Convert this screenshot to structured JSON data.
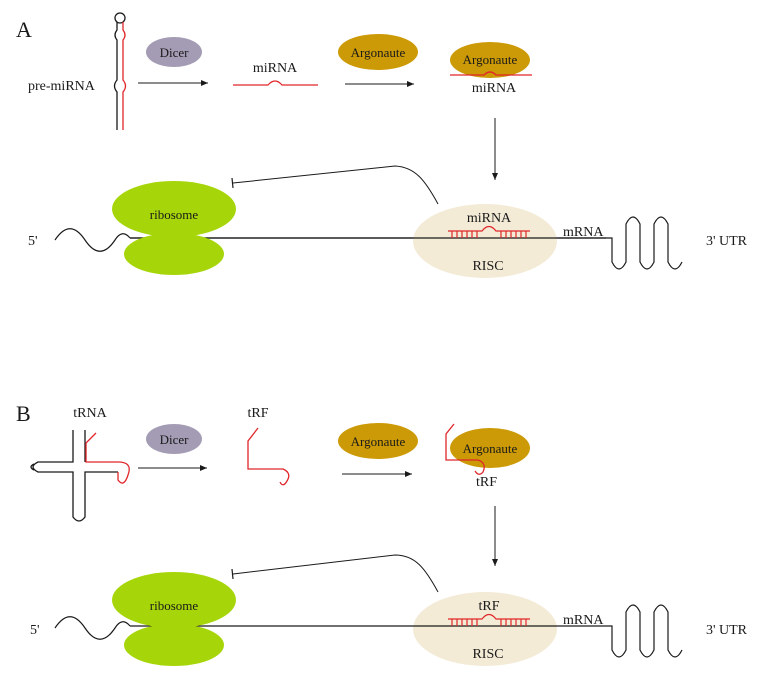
{
  "panelA": {
    "letter": "A",
    "pre_label": "pre-miRNA",
    "dicer": "Dicer",
    "small_rna": "miRNA",
    "argonaute": "Argonaute",
    "argonaute2": "Argonaute",
    "complex_rna": "miRNA",
    "risc_rna": "miRNA",
    "ribosome": "ribosome",
    "five": "5'",
    "mrna": "mRNA",
    "three": "3' UTR",
    "risc": "RISC"
  },
  "panelB": {
    "letter": "B",
    "pre_label": "tRNA",
    "dicer": "Dicer",
    "small_rna": "tRF",
    "argonaute": "Argonaute",
    "argonaute2": "Argonaute",
    "complex_rna": "tRF",
    "risc_rna": "tRF",
    "ribosome": "ribosome",
    "five": "5'",
    "mrna": "mRNA",
    "three": "3' UTR",
    "risc": "RISC"
  },
  "colors": {
    "dicer": "#a39cb4",
    "argonaute": "#cc9a06",
    "ribosome": "#a6d60a",
    "risc": "#f3ebd6",
    "rna": "#e0262a",
    "line": "#1a1a1a"
  }
}
